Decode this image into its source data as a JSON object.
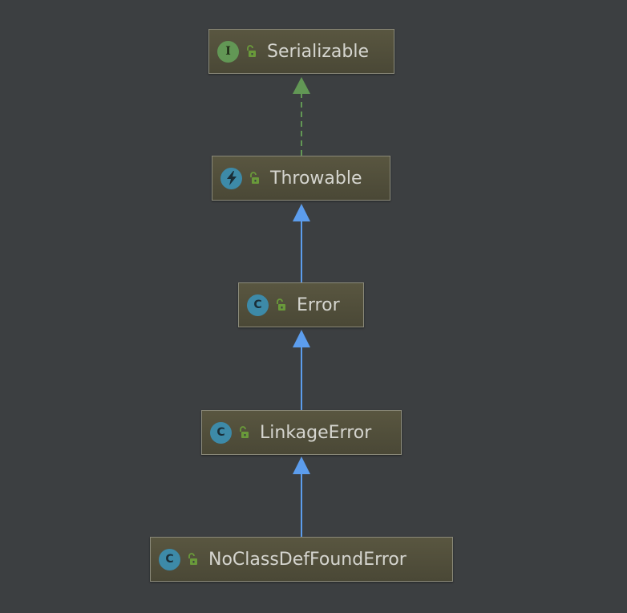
{
  "nodes": [
    {
      "id": "serializable",
      "name": "Serializable",
      "kind": "interface",
      "kind_letter": "I",
      "kind_color": "#629755"
    },
    {
      "id": "throwable",
      "name": "Throwable",
      "kind": "exception",
      "kind_color": "#3d8aa8"
    },
    {
      "id": "error",
      "name": "Error",
      "kind": "class",
      "kind_letter": "C",
      "kind_color": "#3d8aa8"
    },
    {
      "id": "linkageerror",
      "name": "LinkageError",
      "kind": "class",
      "kind_letter": "C",
      "kind_color": "#3d8aa8"
    },
    {
      "id": "noclassdeffounderror",
      "name": "NoClassDefFoundError",
      "kind": "class",
      "kind_letter": "C",
      "kind_color": "#3d8aa8"
    }
  ],
  "edges": [
    {
      "from": "throwable",
      "to": "serializable",
      "type": "implements",
      "color": "#629755"
    },
    {
      "from": "error",
      "to": "throwable",
      "type": "extends",
      "color": "#5c9ded"
    },
    {
      "from": "linkageerror",
      "to": "error",
      "type": "extends",
      "color": "#5c9ded"
    },
    {
      "from": "noclassdeffounderror",
      "to": "linkageerror",
      "type": "extends",
      "color": "#5c9ded"
    }
  ],
  "icons": {
    "visibility": "public-lock-icon",
    "visibility_color": "#6a9a3a"
  }
}
